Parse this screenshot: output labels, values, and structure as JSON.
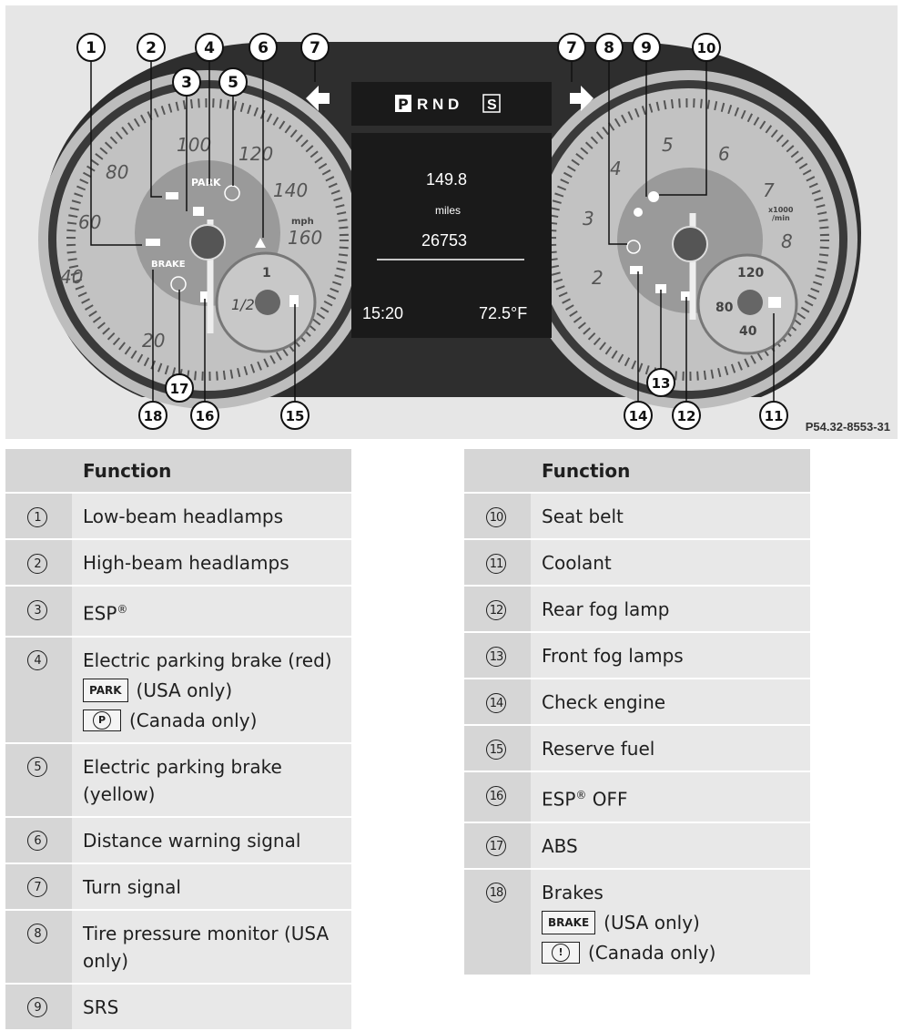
{
  "figure": {
    "caption": "P54.32-8553-31",
    "gear": {
      "p": "P",
      "rnd": "R N D",
      "s": "S"
    },
    "display": {
      "trip": "149.8",
      "unit": "miles",
      "odometer": "26753",
      "time": "15:20",
      "temp": "72.5°F"
    },
    "speedo": {
      "ticks": [
        "20",
        "40",
        "60",
        "80",
        "100",
        "120",
        "140",
        "160"
      ],
      "unit": "mph",
      "park": "PARK",
      "brake": "BRAKE"
    },
    "fuel": {
      "full": "1",
      "half": "1/2"
    },
    "tach": {
      "ticks": [
        "2",
        "3",
        "4",
        "5",
        "6",
        "7",
        "8"
      ],
      "unit_line1": "x1000",
      "unit_line2": "/min"
    },
    "coolant": {
      "ticks": [
        "40",
        "80",
        "120"
      ]
    },
    "callouts": [
      "1",
      "2",
      "3",
      "4",
      "5",
      "6",
      "7",
      "7",
      "8",
      "9",
      "10",
      "11",
      "12",
      "13",
      "14",
      "15",
      "16",
      "17",
      "18"
    ]
  },
  "table_left": {
    "header": "Function",
    "rows": [
      {
        "num": "1",
        "text": "Low-beam headlamps"
      },
      {
        "num": "2",
        "text": "High-beam headlamps"
      },
      {
        "num": "3",
        "text": "ESP",
        "sup": "®"
      },
      {
        "num": "4",
        "text": "Electric parking brake (red)",
        "sub1_icon": "PARK",
        "sub1_text": "(USA only)",
        "sub2_icon": "P",
        "sub2_text": "(Canada only)"
      },
      {
        "num": "5",
        "text": "Electric parking brake",
        "text2": "(yellow)"
      },
      {
        "num": "6",
        "text": "Distance warning signal"
      },
      {
        "num": "7",
        "text": "Turn signal"
      },
      {
        "num": "8",
        "text": "Tire pressure monitor (USA",
        "text2": "only)"
      },
      {
        "num": "9",
        "text": "SRS"
      }
    ]
  },
  "table_right": {
    "header": "Function",
    "rows": [
      {
        "num": "10",
        "text": "Seat belt"
      },
      {
        "num": "11",
        "text": "Coolant"
      },
      {
        "num": "12",
        "text": "Rear fog lamp"
      },
      {
        "num": "13",
        "text": "Front fog lamps"
      },
      {
        "num": "14",
        "text": "Check engine"
      },
      {
        "num": "15",
        "text": "Reserve fuel"
      },
      {
        "num": "16",
        "text": "ESP",
        "sup": "®",
        "text_after": " OFF"
      },
      {
        "num": "17",
        "text": "ABS"
      },
      {
        "num": "18",
        "text": "Brakes",
        "sub1_icon": "BRAKE",
        "sub1_text": "(USA only)",
        "sub2_icon": "!",
        "sub2_text": "(Canada only)"
      }
    ]
  }
}
